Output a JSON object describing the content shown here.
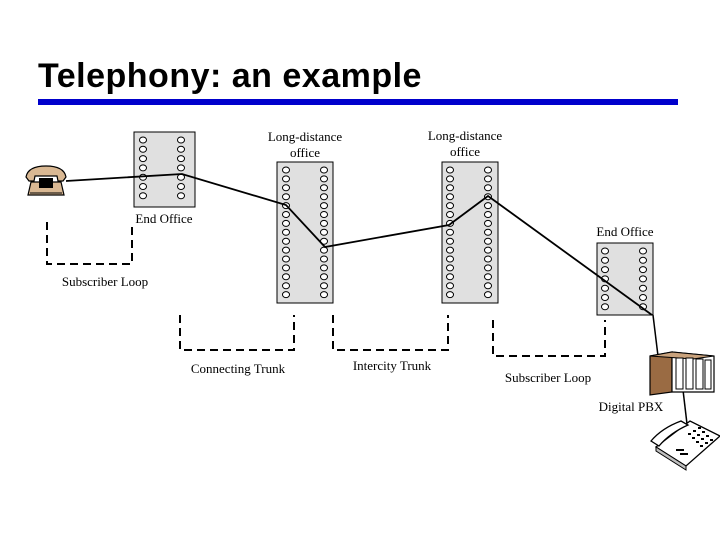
{
  "title": "Telephony: an example",
  "colors": {
    "title_rule": "#0000cc",
    "switch_fill": "#e0e0e0",
    "pbx_front": "#9a6b43",
    "phone_body": "#d9b893"
  },
  "labels": {
    "end_office_left": "End Office",
    "long_distance_1_line1": "Long-distance",
    "long_distance_1_line2": "office",
    "long_distance_2_line1": "Long-distance",
    "long_distance_2_line2": "office",
    "end_office_right": "End Office",
    "subscriber_loop_left": "Subscriber Loop",
    "connecting_trunk": "Connecting Trunk",
    "intercity_trunk": "Intercity Trunk",
    "subscriber_loop_right": "Subscriber Loop",
    "digital_pbx": "Digital PBX"
  },
  "icons": {
    "telephone": "telephone-icon",
    "pbx": "pbx-cabinet-icon",
    "desk_phone": "desk-phone-icon"
  }
}
